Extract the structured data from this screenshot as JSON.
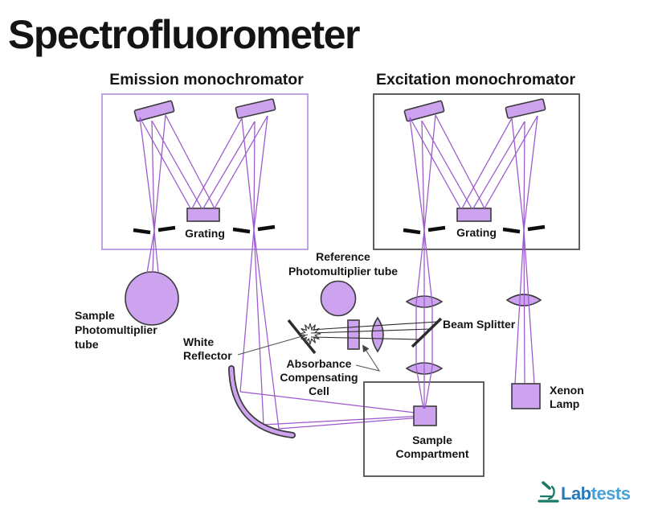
{
  "title": "Spectrofluorometer",
  "colors": {
    "beam": "#9c57cf",
    "fill": "#cda3ef",
    "outline": "#3b3b3b",
    "emBorder": "#b79ae0",
    "exBorder": "#4e4e4e",
    "slit": "#0d0d0d",
    "blackline": "#2b2b2b",
    "pointer": "#555555",
    "text": "#141414",
    "logoLab": "#2979b9",
    "logoTests": "#47a1d8",
    "logoIcon": "#1a7a68"
  },
  "monochromators": {
    "emission": {
      "label": "Emission monochromator",
      "grating_label": "Grating"
    },
    "excitation": {
      "label": "Excitation monochromator",
      "grating_label": "Grating"
    }
  },
  "labels": {
    "sample_pmt": [
      "Sample",
      "Photomultiplier",
      "tube"
    ],
    "reference_pmt": [
      "Reference",
      "Photomultiplier tube"
    ],
    "white_reflector": [
      "White",
      "Reflector"
    ],
    "absorbance_cell": [
      "Absorbance",
      "Compensating",
      "Cell"
    ],
    "beam_splitter": "Beam Splitter",
    "sample_compartment": [
      "Sample",
      "Compartment"
    ],
    "xenon_lamp": [
      "Xenon",
      "Lamp"
    ]
  },
  "logo": {
    "lab": "Lab",
    "tests": "tests"
  }
}
